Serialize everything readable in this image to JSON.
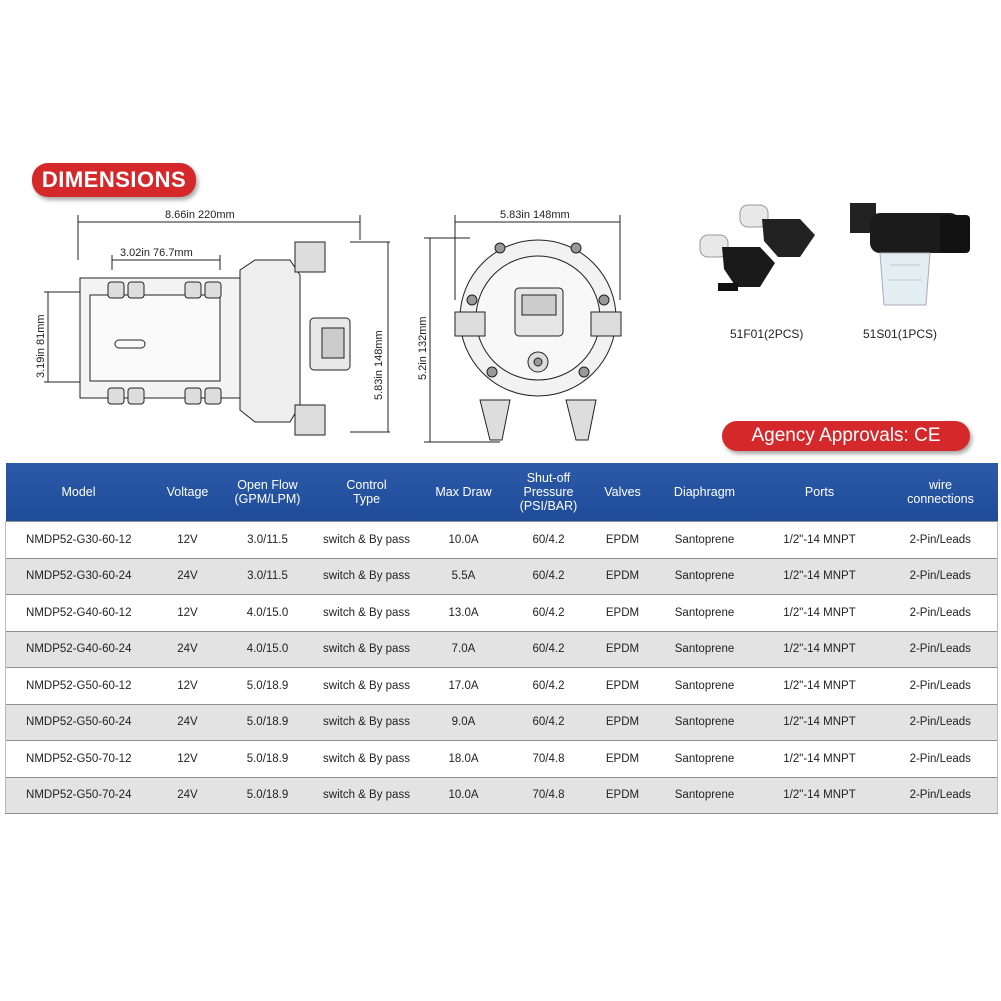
{
  "header": {
    "dimensions_label": "DIMENSIONS",
    "approvals_label": "Agency Approvals: CE"
  },
  "side_view": {
    "overall_width": "8.66in 220mm",
    "bolt_spacing": "3.02in 76.7mm",
    "height": "3.19in 81mm",
    "port_height": "5.83in 148mm"
  },
  "front_view": {
    "width": "5.83in 148mm",
    "height": "5.2in 132mm"
  },
  "accessories": [
    {
      "label": "51F01(2PCS)",
      "icon": "hose-fitting-icon"
    },
    {
      "label": "51S01(1PCS)",
      "icon": "strainer-icon"
    }
  ],
  "colors": {
    "accent": "#d4282b",
    "table_header": "#1f4c99",
    "row_alt": "#e3e3e3"
  },
  "table": {
    "headers": [
      "Model",
      "Voltage",
      "Open Flow\n(GPM/LPM)",
      "Control\nType",
      "Max Draw",
      "Shut-off\nPressure\n(PSI/BAR)",
      "Valves",
      "Diaphragm",
      "Ports",
      "wire\nconnections"
    ],
    "rows": [
      [
        "NMDP52-G30-60-12",
        "12V",
        "3.0/11.5",
        "switch & By pass",
        "10.0A",
        "60/4.2",
        "EPDM",
        "Santoprene",
        "1/2\"-14 MNPT",
        "2-Pin/Leads"
      ],
      [
        "NMDP52-G30-60-24",
        "24V",
        "3.0/11.5",
        "switch & By pass",
        "5.5A",
        "60/4.2",
        "EPDM",
        "Santoprene",
        "1/2\"-14 MNPT",
        "2-Pin/Leads"
      ],
      [
        "NMDP52-G40-60-12",
        "12V",
        "4.0/15.0",
        "switch & By pass",
        "13.0A",
        "60/4.2",
        "EPDM",
        "Santoprene",
        "1/2\"-14 MNPT",
        "2-Pin/Leads"
      ],
      [
        "NMDP52-G40-60-24",
        "24V",
        "4.0/15.0",
        "switch & By pass",
        "7.0A",
        "60/4.2",
        "EPDM",
        "Santoprene",
        "1/2\"-14 MNPT",
        "2-Pin/Leads"
      ],
      [
        "NMDP52-G50-60-12",
        "12V",
        "5.0/18.9",
        "switch & By pass",
        "17.0A",
        "60/4.2",
        "EPDM",
        "Santoprene",
        "1/2\"-14 MNPT",
        "2-Pin/Leads"
      ],
      [
        "NMDP52-G50-60-24",
        "24V",
        "5.0/18.9",
        "switch & By pass",
        "9.0A",
        "60/4.2",
        "EPDM",
        "Santoprene",
        "1/2\"-14 MNPT",
        "2-Pin/Leads"
      ],
      [
        "NMDP52-G50-70-12",
        "12V",
        "5.0/18.9",
        "switch & By pass",
        "18.0A",
        "70/4.8",
        "EPDM",
        "Santoprene",
        "1/2\"-14 MNPT",
        "2-Pin/Leads"
      ],
      [
        "NMDP52-G50-70-24",
        "24V",
        "5.0/18.9",
        "switch & By pass",
        "10.0A",
        "70/4.8",
        "EPDM",
        "Santoprene",
        "1/2\"-14 MNPT",
        "2-Pin/Leads"
      ]
    ]
  }
}
